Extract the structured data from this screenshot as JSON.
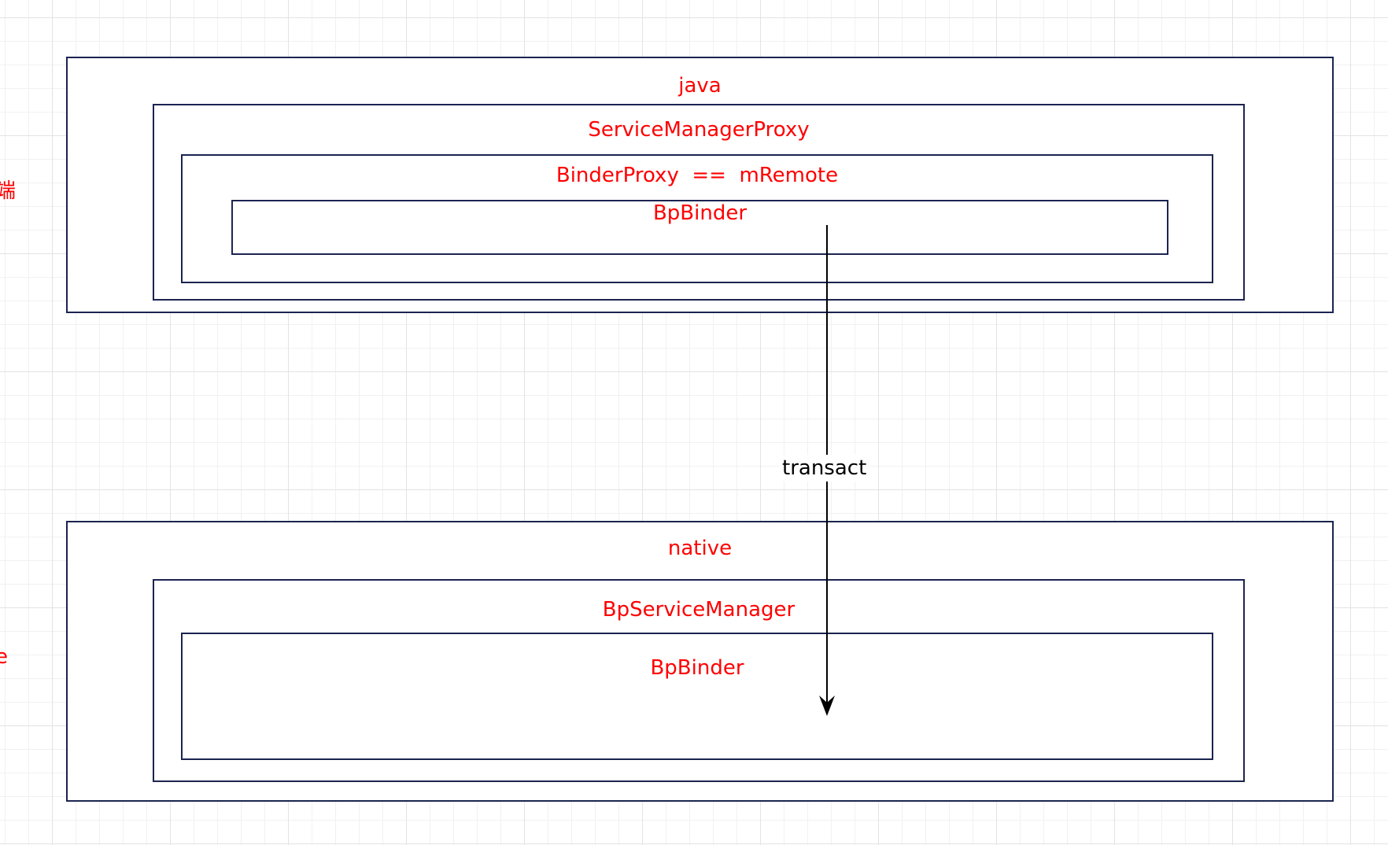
{
  "diagram": {
    "java_layer": {
      "title": "java",
      "service_manager_proxy": {
        "title": "ServiceManagerProxy",
        "binder_proxy": {
          "title": "BinderProxy  ==  mRemote",
          "bp_binder": {
            "title": "BpBinder"
          }
        }
      }
    },
    "native_layer": {
      "title": "native",
      "bp_service_manager": {
        "title": "BpServiceManager",
        "bp_binder": {
          "title": "BpBinder"
        }
      }
    },
    "edge": {
      "label": "transact"
    },
    "clipped_left_labels": [
      "端",
      "e"
    ]
  },
  "colors": {
    "box_border": "#1b2450",
    "label_text": "#ff0000",
    "edge": "#000000",
    "grid": "#e3e3e3"
  }
}
